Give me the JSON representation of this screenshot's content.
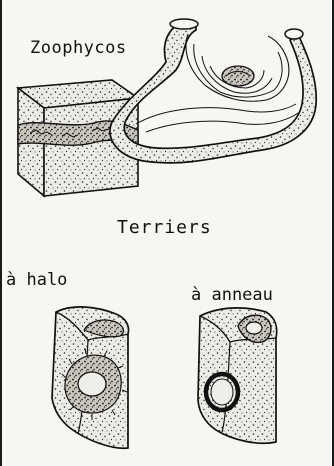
{
  "figure": {
    "zoophycos_label": "Zoophycos",
    "terriers_label": "Terriers",
    "halo_label": "à halo",
    "anneau_label": "à anneau"
  },
  "colors": {
    "ink": "#111111",
    "paper": "#f7f6f2",
    "stipple_fill": "#d8d6cf"
  },
  "icons": [
    "zoophycos-spiral-trace",
    "burrow-halo-block",
    "burrow-ring-block"
  ]
}
